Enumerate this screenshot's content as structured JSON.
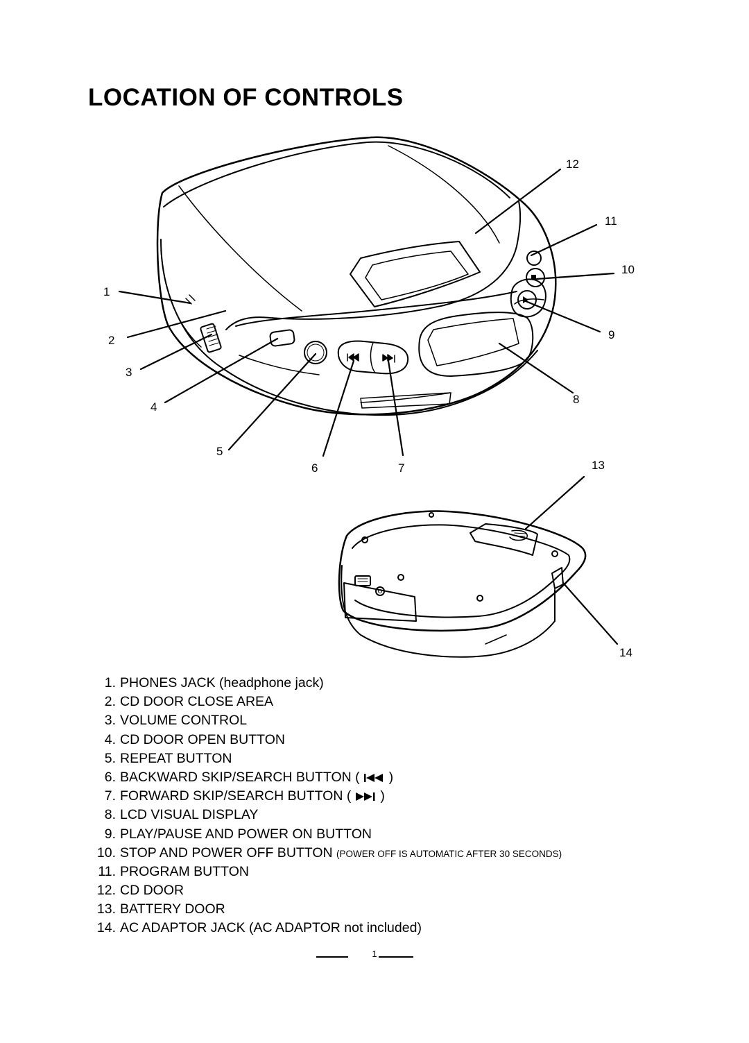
{
  "page": {
    "title": "LOCATION OF CONTROLS",
    "page_number": "1"
  },
  "callouts": [
    "1",
    "2",
    "3",
    "4",
    "5",
    "6",
    "7",
    "8",
    "9",
    "10",
    "11",
    "12",
    "13",
    "14"
  ],
  "legend": [
    {
      "number": "1.",
      "text": "PHONES JACK (headphone jack)"
    },
    {
      "number": "2.",
      "text": "CD DOOR CLOSE AREA"
    },
    {
      "number": "3.",
      "text": "VOLUME CONTROL"
    },
    {
      "number": "4.",
      "text": "CD DOOR OPEN BUTTON"
    },
    {
      "number": "5.",
      "text": "REPEAT BUTTON"
    },
    {
      "number": "6.",
      "text": "BACKWARD SKIP/SEARCH BUTTON (",
      "suffix": ")",
      "icon": "skip-backward-icon"
    },
    {
      "number": "7.",
      "text": "FORWARD SKIP/SEARCH BUTTON (",
      "suffix": ")",
      "icon": "skip-forward-icon"
    },
    {
      "number": "8.",
      "text": "LCD VISUAL DISPLAY"
    },
    {
      "number": "9.",
      "text": "PLAY/PAUSE AND POWER ON BUTTON"
    },
    {
      "number": "10.",
      "text": "STOP AND POWER OFF BUTTON",
      "note": "(POWER OFF IS AUTOMATIC AFTER 30 SECONDS)"
    },
    {
      "number": "11.",
      "text": "PROGRAM BUTTON"
    },
    {
      "number": "12.",
      "text": "CD DOOR"
    },
    {
      "number": "13.",
      "text": "BATTERY DOOR"
    },
    {
      "number": "14.",
      "text": "AC ADAPTOR JACK (AC ADAPTOR not included)"
    }
  ],
  "colors": {
    "ink": "#000000",
    "paper": "#ffffff"
  }
}
